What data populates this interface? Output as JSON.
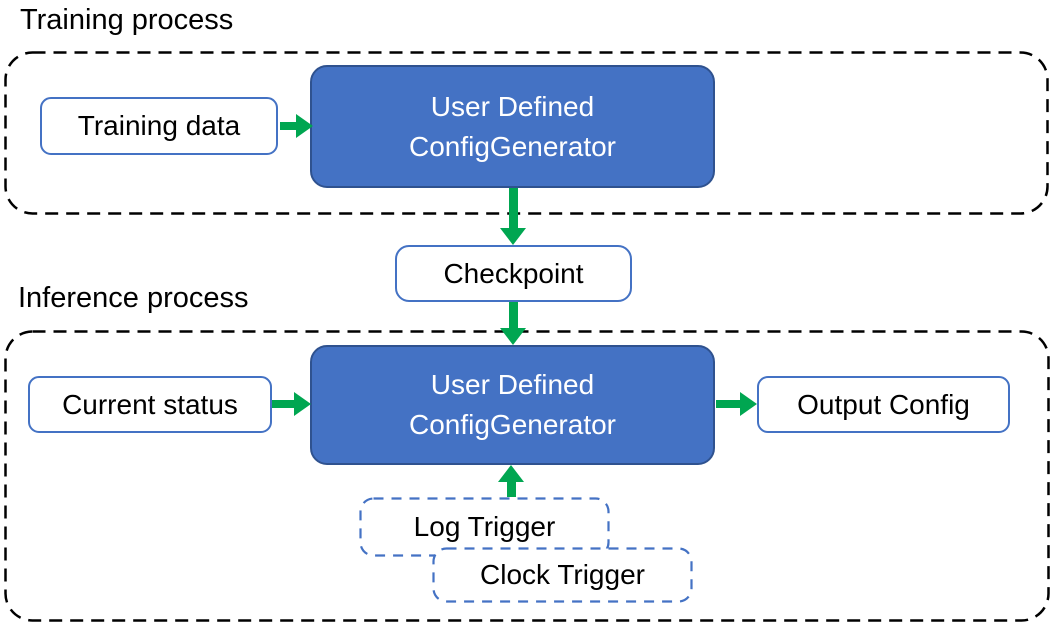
{
  "colors": {
    "generator-fill": "#4472c4",
    "generator-border": "#2f528f",
    "io-border": "#4472c4",
    "trigger-border": "#4472c4",
    "arrow": "#00a651",
    "container-border": "#000000",
    "text": "#000000",
    "generator-text": "#ffffff"
  },
  "training": {
    "label": "Training process",
    "training_data": "Training data",
    "generator": {
      "line1": "User Defined",
      "line2": "ConfigGenerator"
    }
  },
  "checkpoint": "Checkpoint",
  "inference": {
    "label": "Inference process",
    "current_status": "Current status",
    "generator": {
      "line1": "User Defined",
      "line2": "ConfigGenerator"
    },
    "output_config": "Output Config",
    "log_trigger": "Log Trigger",
    "clock_trigger": "Clock Trigger"
  }
}
